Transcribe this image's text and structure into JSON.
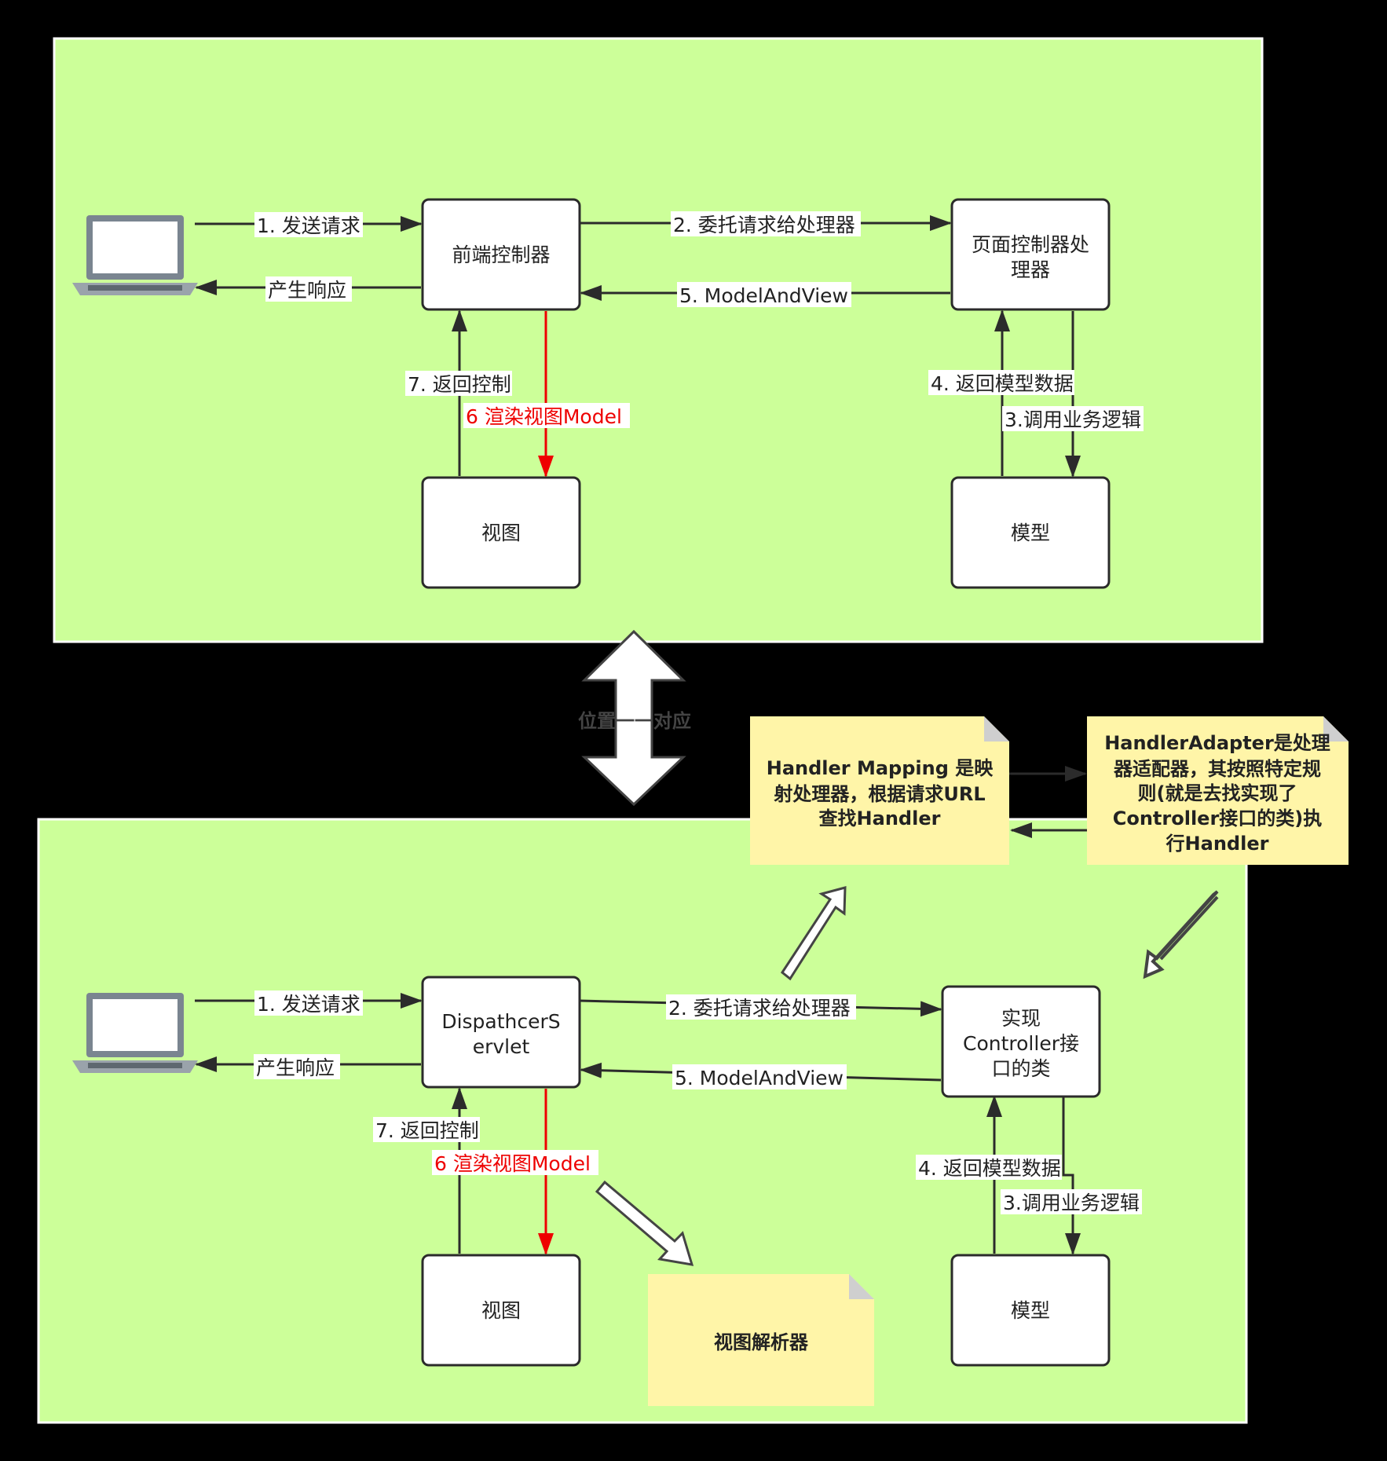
{
  "top": {
    "front_controller": "前端控制器",
    "page_controller_handler": [
      "页面控制器处",
      "理器"
    ],
    "view": "视图",
    "model": "模型",
    "edges": {
      "send_request": "1. 发送请求",
      "response": "产生响应",
      "delegate": "2. 委托请求给处理器",
      "model_and_view": "5. ModelAndView",
      "return_control": "7. 返回控制",
      "render": "6 渲染视图Model",
      "return_model_data": "4. 返回模型数据",
      "call_business_logic": "3.调用业务逻辑"
    }
  },
  "middle": {
    "correspond": "位置一一对应"
  },
  "notes": {
    "handler_mapping": [
      "Handler Mapping 是映",
      "射处理器，根据请求URL",
      "查找Handler"
    ],
    "handler_adapter": [
      "HandlerAdapter是处理",
      "器适配器，其按照特定规",
      "则(就是去找实现了",
      "Controller接口的类)执",
      "行Handler"
    ],
    "view_resolver": "视图解析器"
  },
  "bottom": {
    "dispatcher": [
      "DispathcerS",
      "ervlet"
    ],
    "controller_impl": [
      "实现",
      "Controller接",
      "口的类"
    ],
    "view": "视图",
    "model": "模型",
    "edges": {
      "send_request": "1. 发送请求",
      "response": "产生响应",
      "delegate": "2. 委托请求给处理器",
      "model_and_view": "5. ModelAndView",
      "return_control": "7. 返回控制",
      "render": "6 渲染视图Model",
      "return_model_data": "4. 返回模型数据",
      "call_business_logic": "3.调用业务逻辑"
    }
  },
  "colors": {
    "background": "#000000",
    "panel": "#ccff99",
    "note": "#fff5a8",
    "red_edge": "#ee0000",
    "line": "#2b2b2b"
  },
  "icons": [
    "laptop-icon",
    "double-arrow-icon",
    "hollow-arrow-icon"
  ]
}
